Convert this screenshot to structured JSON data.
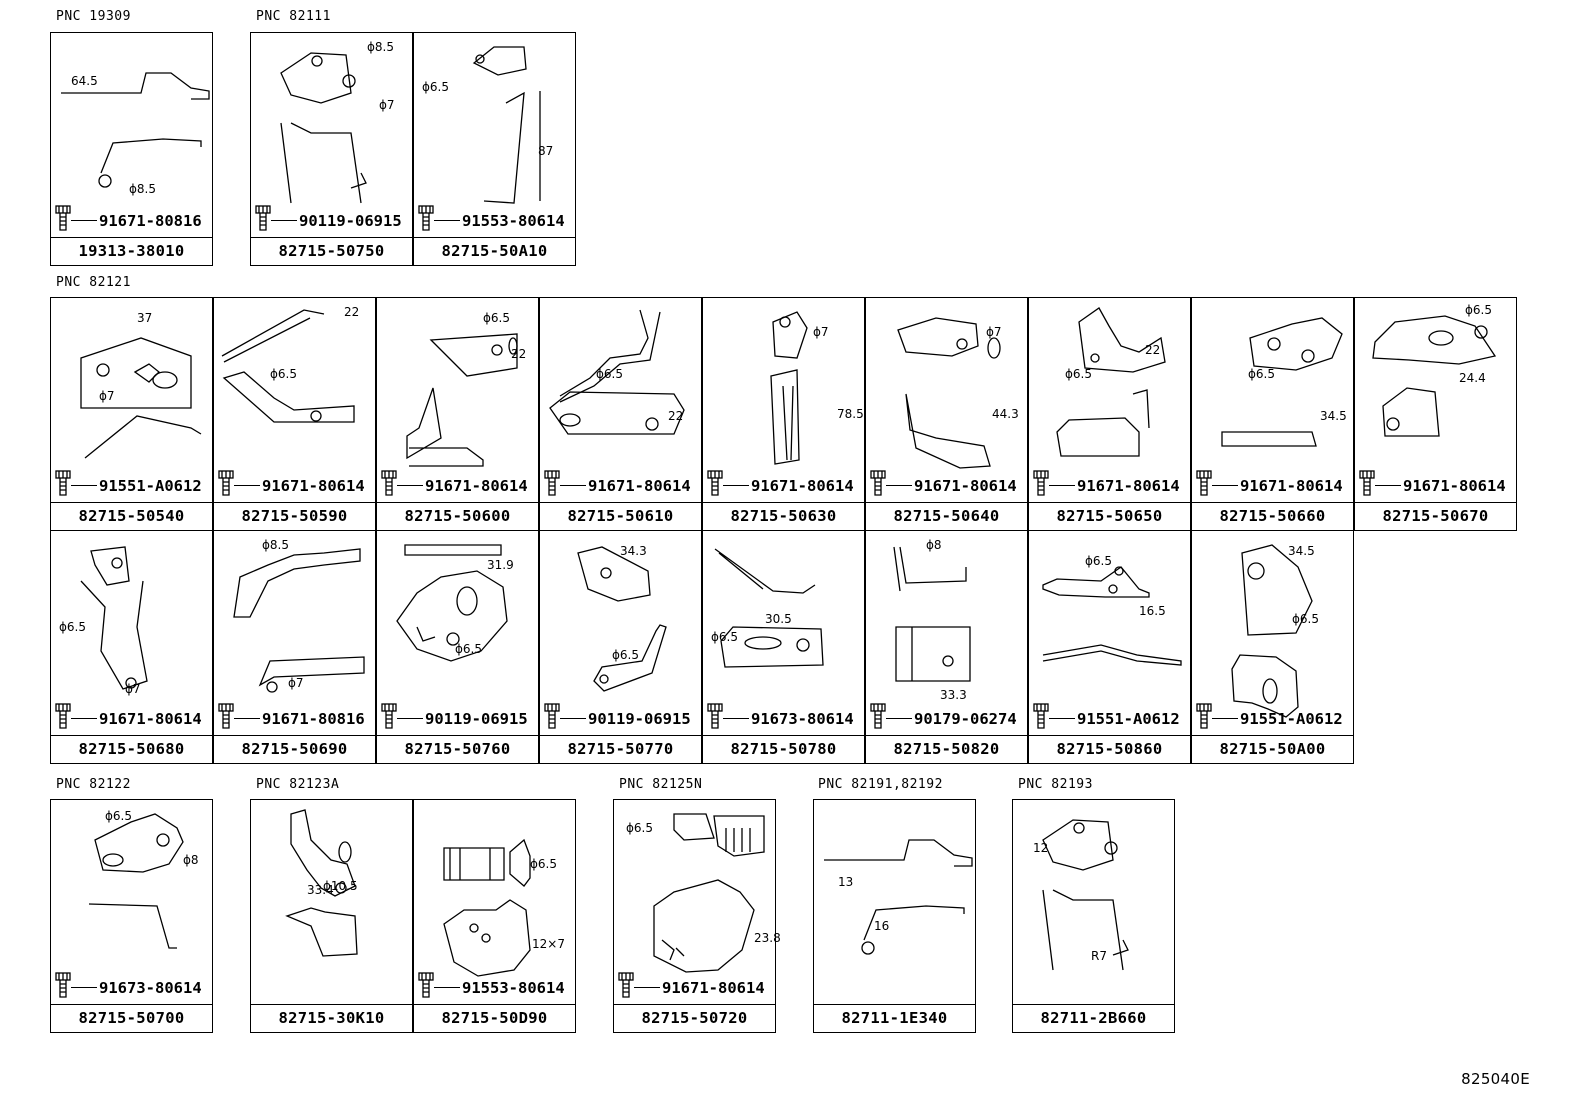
{
  "diagram_code": "825040E",
  "groups": [
    {
      "label": "PNC 19309",
      "cells": [
        {
          "part": "19313-38010",
          "bolt": "91671-80816",
          "dims": [
            "64.5",
            "ϕ8.5"
          ]
        }
      ]
    },
    {
      "label": "PNC 82111",
      "cells": [
        {
          "part": "82715-50750",
          "bolt": "90119-06915",
          "dims": [
            "ϕ8.5",
            "ϕ7"
          ]
        },
        {
          "part": "82715-50A10",
          "bolt": "91553-80614",
          "dims": [
            "ϕ6.5",
            "87"
          ]
        }
      ]
    },
    {
      "label": "PNC 82121",
      "cells": [
        {
          "part": "82715-50540",
          "bolt": "91551-A0612",
          "dims": [
            "37",
            "ϕ7"
          ]
        },
        {
          "part": "82715-50590",
          "bolt": "91671-80614",
          "dims": [
            "ϕ6.5",
            "22"
          ]
        },
        {
          "part": "82715-50600",
          "bolt": "91671-80614",
          "dims": [
            "ϕ6.5",
            "22"
          ]
        },
        {
          "part": "82715-50610",
          "bolt": "91671-80614",
          "dims": [
            "ϕ6.5",
            "22"
          ]
        },
        {
          "part": "82715-50630",
          "bolt": "91671-80614",
          "dims": [
            "ϕ7",
            "78.5"
          ]
        },
        {
          "part": "82715-50640",
          "bolt": "91671-80614",
          "dims": [
            "ϕ7",
            "44.3"
          ]
        },
        {
          "part": "82715-50650",
          "bolt": "91671-80614",
          "dims": [
            "ϕ6.5",
            "22"
          ]
        },
        {
          "part": "82715-50660",
          "bolt": "91671-80614",
          "dims": [
            "ϕ6.5",
            "34.5"
          ]
        },
        {
          "part": "82715-50670",
          "bolt": "91671-80614",
          "dims": [
            "ϕ6.5",
            "24.4"
          ]
        },
        {
          "part": "82715-50680",
          "bolt": "91671-80614",
          "dims": [
            "ϕ6.5",
            "ϕ7"
          ]
        },
        {
          "part": "82715-50690",
          "bolt": "91671-80816",
          "dims": [
            "ϕ8.5",
            "ϕ7"
          ]
        },
        {
          "part": "82715-50760",
          "bolt": "90119-06915",
          "dims": [
            "31.9",
            "ϕ6.5"
          ]
        },
        {
          "part": "82715-50770",
          "bolt": "90119-06915",
          "dims": [
            "34.3",
            "ϕ6.5"
          ]
        },
        {
          "part": "82715-50780",
          "bolt": "91673-80614",
          "dims": [
            "ϕ6.5",
            "30.5"
          ]
        },
        {
          "part": "82715-50820",
          "bolt": "90179-06274",
          "dims": [
            "ϕ8",
            "33.3"
          ]
        },
        {
          "part": "82715-50860",
          "bolt": "91551-A0612",
          "dims": [
            "ϕ6.5",
            "16.5"
          ]
        },
        {
          "part": "82715-50A00",
          "bolt": "91551-A0612",
          "dims": [
            "34.5",
            "ϕ6.5"
          ]
        }
      ]
    },
    {
      "label": "PNC 82122",
      "cells": [
        {
          "part": "82715-50700",
          "bolt": "91673-80614",
          "dims": [
            "ϕ6.5",
            "ϕ8"
          ]
        }
      ]
    },
    {
      "label": "PNC 82123A",
      "cells": [
        {
          "part": "82715-30K10",
          "bolt": "",
          "dims": [
            "ϕ10.5",
            "33.4"
          ]
        },
        {
          "part": "82715-50D90",
          "bolt": "91553-80614",
          "dims": [
            "ϕ6.5",
            "12×7"
          ]
        }
      ]
    },
    {
      "label": "PNC 82125N",
      "cells": [
        {
          "part": "82715-50720",
          "bolt": "91671-80614",
          "dims": [
            "ϕ6.5",
            "23.8"
          ]
        }
      ]
    },
    {
      "label": "PNC 82191,82192",
      "cells": [
        {
          "part": "82711-1E340",
          "bolt": "",
          "dims": [
            "13",
            "16"
          ]
        }
      ]
    },
    {
      "label": "PNC 82193",
      "cells": [
        {
          "part": "82711-2B660",
          "bolt": "",
          "dims": [
            "12",
            "R7"
          ]
        }
      ]
    }
  ]
}
